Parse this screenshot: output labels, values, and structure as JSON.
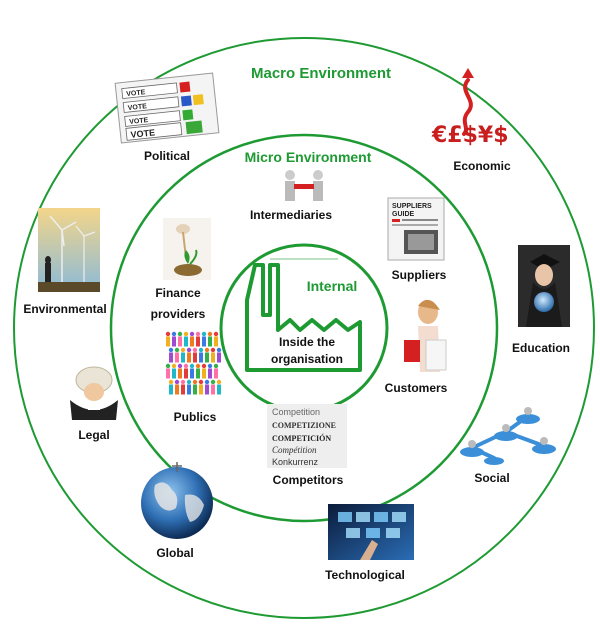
{
  "colors": {
    "ring": "#1e9a33",
    "factory": "#1e9a33",
    "text": "#111111"
  },
  "titles": {
    "macro": "Macro Environment",
    "micro": "Micro Environment",
    "internal": "Internal"
  },
  "core_text": {
    "line1": "Inside the",
    "line2": "organisation"
  },
  "macro_items": {
    "political": "Political",
    "economic": "Economic",
    "environmental": "Environmental",
    "education": "Education",
    "legal": "Legal",
    "social": "Social",
    "global": "Global",
    "technological": "Technological"
  },
  "micro_items": {
    "intermediaries": "Intermediaries",
    "suppliers": "Suppliers",
    "finance_1": "Finance",
    "finance_2": "providers",
    "customers": "Customers",
    "publics": "Publics",
    "competitors": "Competitors"
  },
  "images": {
    "vote_word": "VOTE",
    "suppliers_guide_1": "SUPPLIERS",
    "suppliers_guide_2": "GUIDE",
    "competition_words": [
      "Competition",
      "COMPETIZIONE",
      "COMPETICIÓN",
      "Compétition",
      "Konkurrenz"
    ],
    "currency_symbols": "€£$¥$"
  },
  "icons": [
    "vote-ballot-icon",
    "currency-icon",
    "wind-turbine-icon",
    "graduate-icon",
    "judge-icon",
    "network-icon",
    "globe-icon",
    "touchscreen-icon",
    "handshake-icon",
    "suppliers-guide-icon",
    "money-plant-icon",
    "shopper-icon",
    "crowd-icon",
    "competition-words-icon",
    "factory-icon"
  ]
}
